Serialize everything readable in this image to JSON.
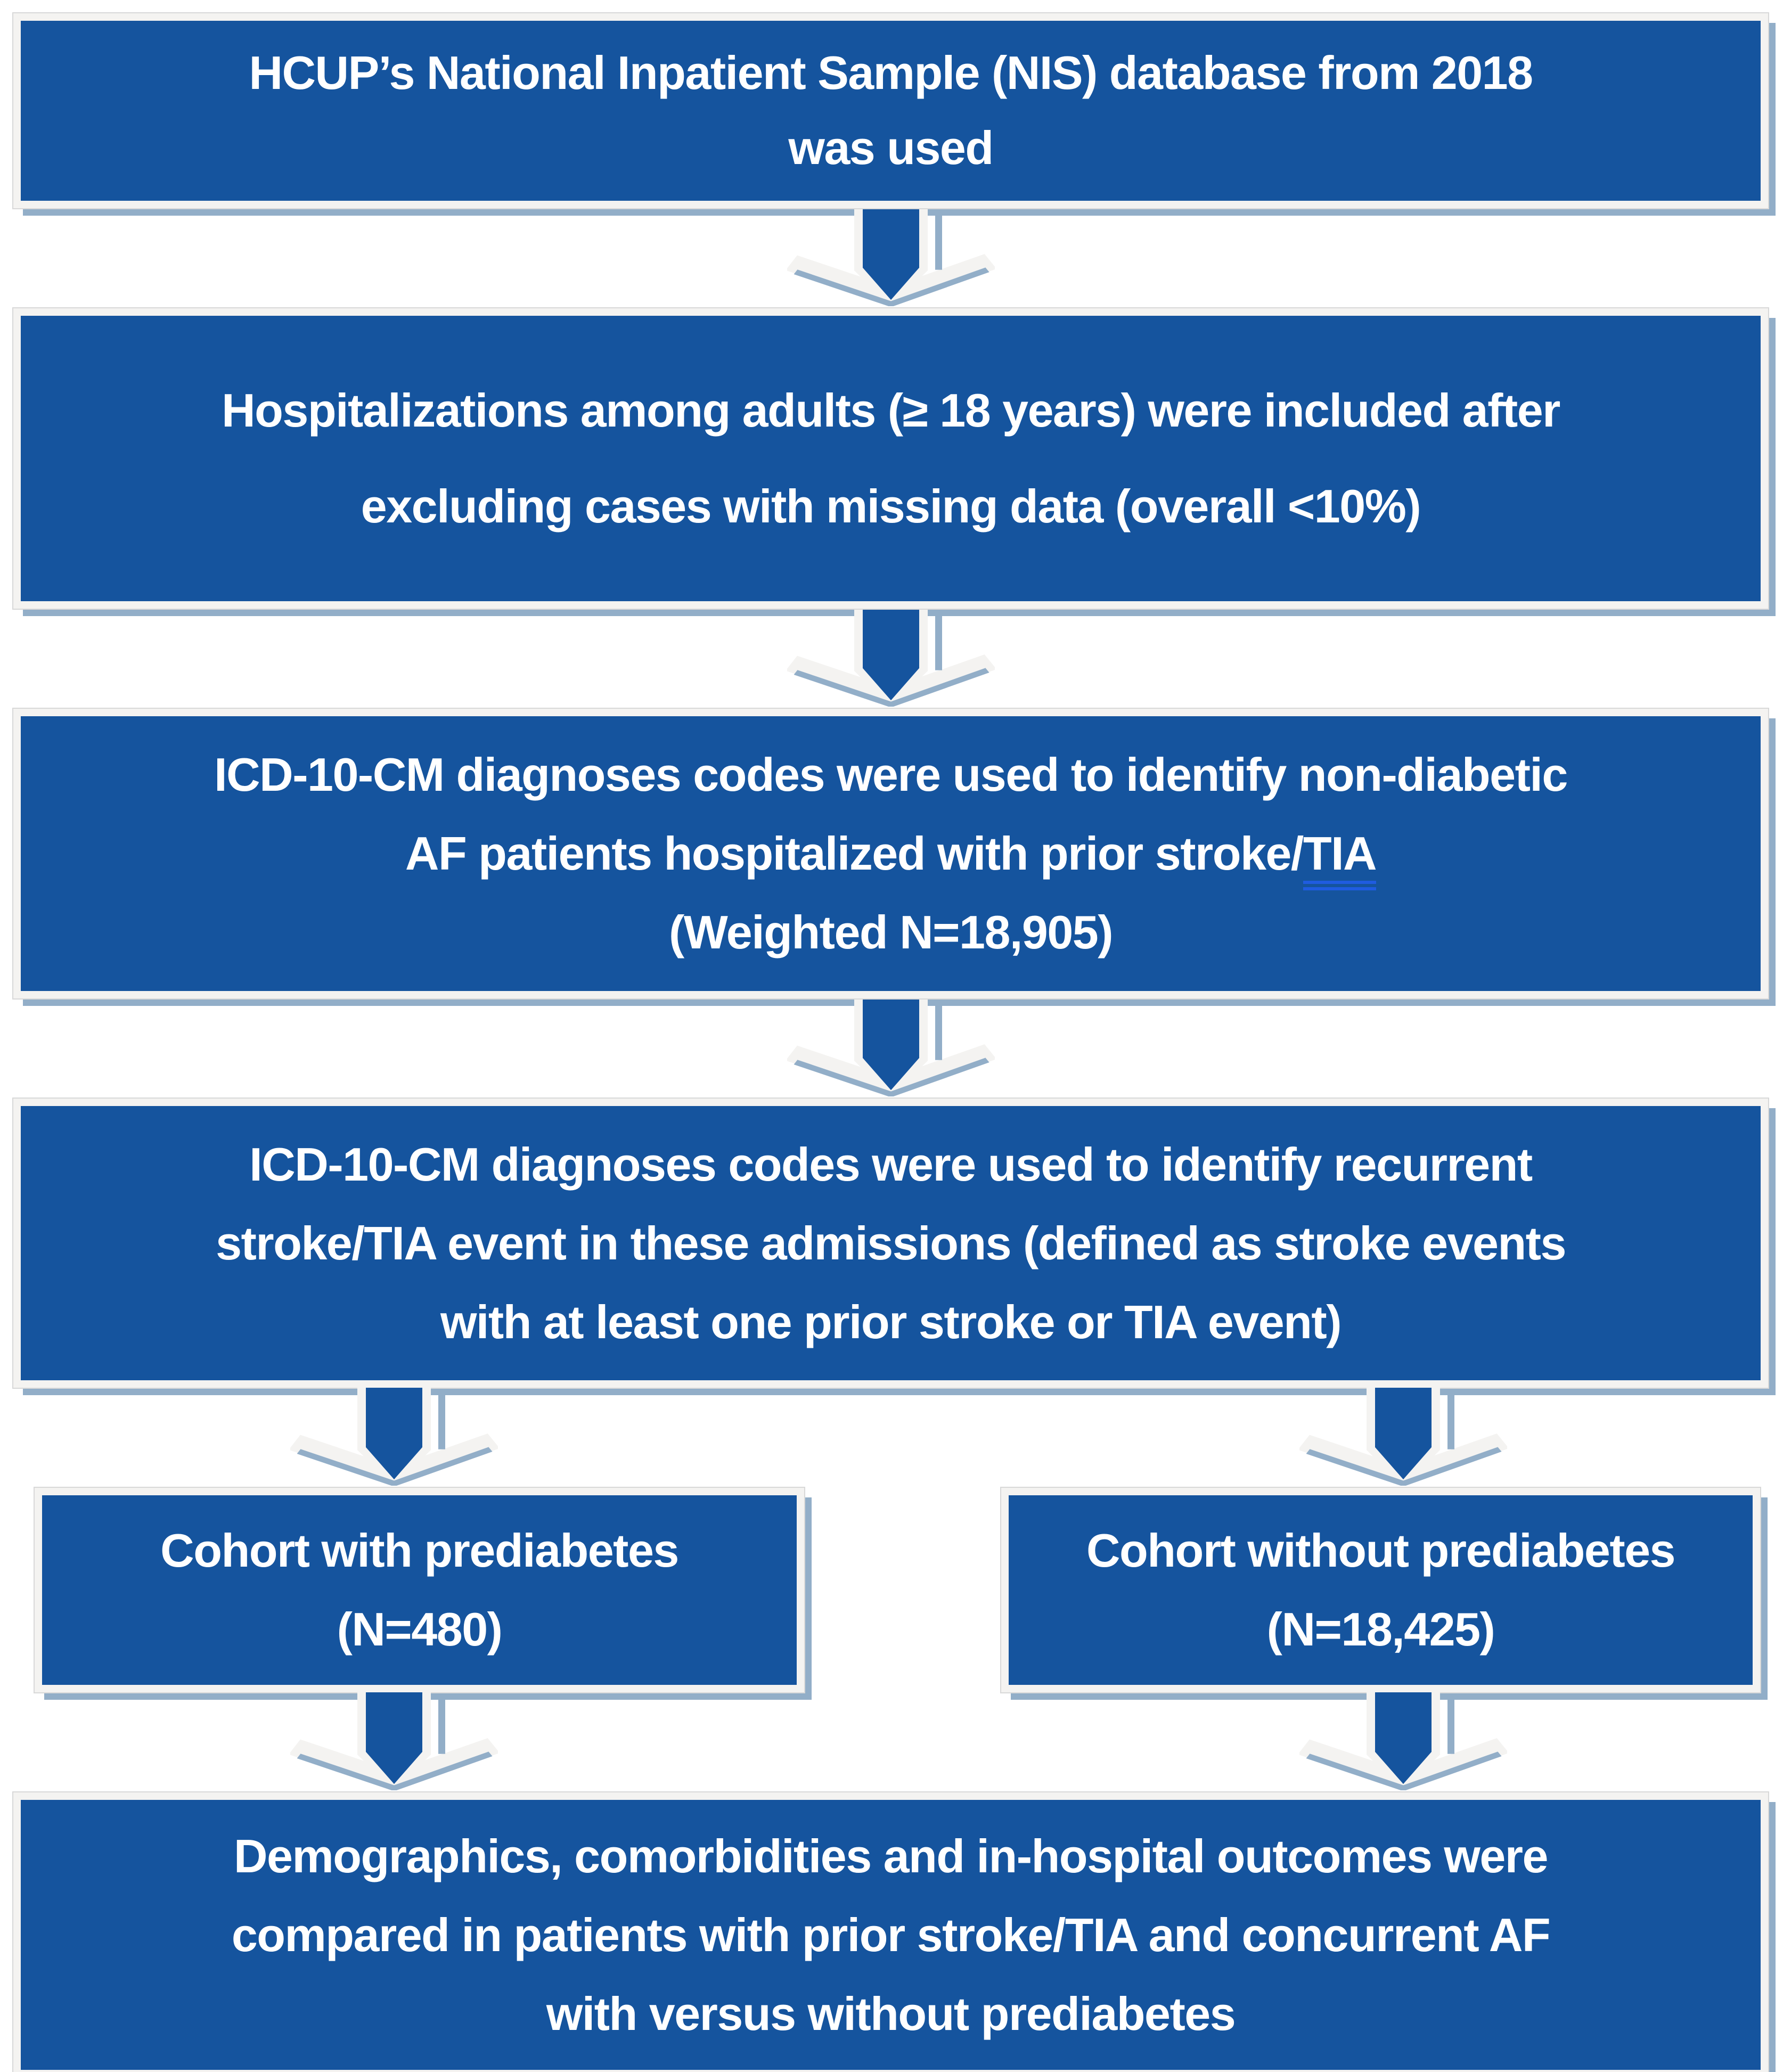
{
  "figure": {
    "type": "study-flow-diagram",
    "boxes": {
      "box1": {
        "text": "HCUP’s National Inpatient Sample (NIS) database from 2018\nwas used"
      },
      "box2": {
        "text": "Hospitalizations among adults (≥ 18 years) were included after\nexcluding cases with missing data (overall <10%)"
      },
      "box3": {
        "line1": "ICD-10-CM diagnoses codes were used to identify non-diabetic",
        "line2_prefix": "AF patients hospitalized with prior stroke/",
        "tia": "TIA",
        "line3": "(Weighted N=18,905)"
      },
      "box4": {
        "text": "ICD-10-CM diagnoses codes were used to identify recurrent\nstroke/TIA event in these admissions (defined as stroke events\nwith at least one prior stroke or TIA event)"
      },
      "cohort_left": {
        "text": "Cohort with prediabetes\n(N=480)"
      },
      "cohort_right": {
        "text": "Cohort without prediabetes\n(N=18,425)"
      },
      "box6": {
        "text": "Demographics, comorbidities and in-hospital outcomes were\ncompared in patients with prior stroke/TIA and concurrent AF\nwith versus without prediabetes"
      }
    },
    "icons": {
      "down_arrow": "▼"
    },
    "colors": {
      "box_fill": "#15549e",
      "box_frame": "#f4f3f1",
      "outline": "#d8d8d8",
      "shadow": "#92aec8",
      "text": "#ffffff",
      "tia_underline": "#1f5ce0",
      "background": "#ffffff"
    }
  }
}
